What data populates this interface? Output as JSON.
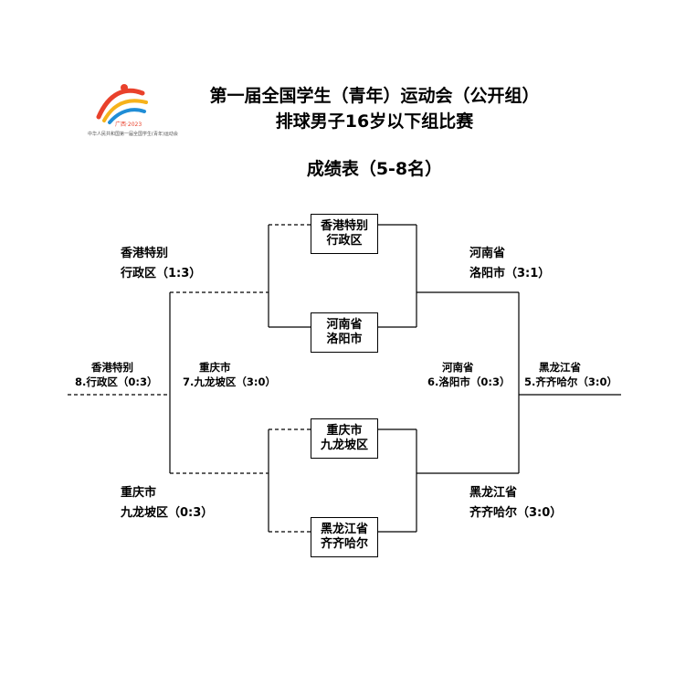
{
  "header": {
    "title_line1": "第一届全国学生（青年）运动会（公开组）",
    "title_line2": "排球男子16岁以下组比赛",
    "subtitle": "成绩表（5-8名）",
    "logo": {
      "icon": "games-logo-icon",
      "year_text": "广西·2023",
      "org_text": "中华人民共和国第一届全国学生(青年)运动会"
    }
  },
  "bracket": {
    "teams": {
      "box1": [
        "香港特别",
        "行政区"
      ],
      "box2": [
        "河南省",
        "洛阳市"
      ],
      "box3": [
        "重庆市",
        "九龙坡区"
      ],
      "box4": [
        "黑龙江省",
        "齐齐哈尔"
      ]
    },
    "semis": {
      "top_loser_line1": "香港特别",
      "top_loser_line2": "行政区（1:3）",
      "top_winner_line1": "河南省",
      "top_winner_line2": "洛阳市（3:1）",
      "bottom_loser_line1": "重庆市",
      "bottom_loser_line2": "九龙坡区（0:3）",
      "bottom_winner_line1": "黑龙江省",
      "bottom_winner_line2": "齐齐哈尔（3:0）"
    },
    "placings": {
      "p8_line1": "香港特别",
      "p8_line2": "8.行政区（0:3）",
      "p7_line1": "重庆市",
      "p7_line2": "7.九龙坡区（3:0）",
      "p6_line1": "河南省",
      "p6_line2": "6.洛阳市（0:3）",
      "p5_line1": "黑龙江省",
      "p5_line2": "5.齐齐哈尔（3:0）"
    }
  }
}
